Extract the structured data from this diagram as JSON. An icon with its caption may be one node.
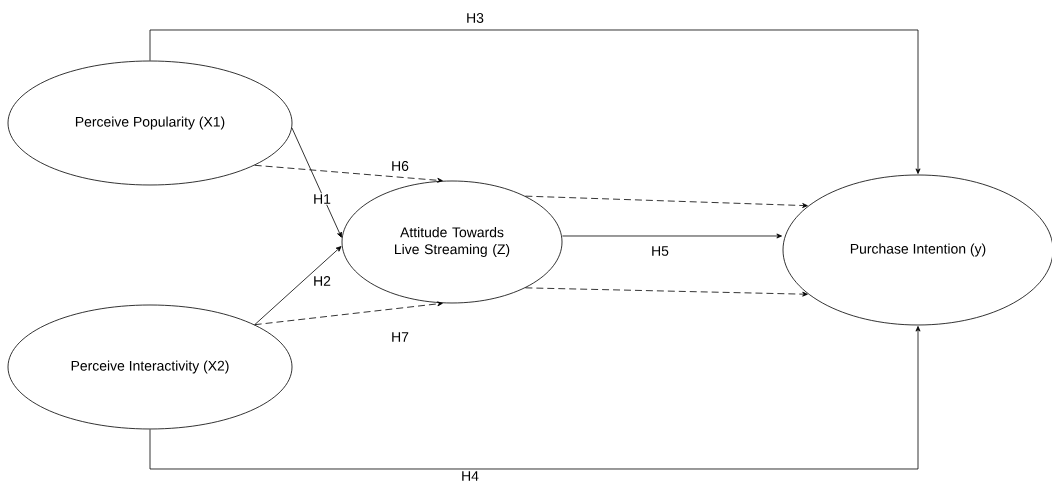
{
  "diagram": {
    "nodes": [
      {
        "text": [
          "Perceive Popularity (X1)"
        ]
      },
      {
        "text": [
          "Perceive Interactivity (X2)"
        ]
      },
      {
        "text": [
          "Attitude Towards Live Streaming (Z)"
        ]
      },
      {
        "text": [
          "Purchase Intention (y)"
        ]
      }
    ],
    "edges": [
      {
        "from": 0,
        "to": 3,
        "arrow": "to",
        "label": "H3"
      },
      {
        "from": 0,
        "to": 2,
        "arrow": "to",
        "label": "H1"
      },
      {
        "from": 0,
        "to": 2,
        "arrow": "to",
        "label": "H6",
        "style": "dashed"
      },
      {
        "from": 1,
        "to": 2,
        "arrow": "to",
        "label": "H2"
      },
      {
        "from": 1,
        "to": 2,
        "arrow": "to",
        "label": "H7",
        "style": "dashed"
      },
      {
        "from": 2,
        "to": 3,
        "arrow": "to",
        "style": "dashed"
      },
      {
        "from": 2,
        "to": 3,
        "arrow": "to",
        "label": "H5"
      },
      {
        "from": 2,
        "to": 3,
        "arrow": "to",
        "style": "dashed"
      },
      {
        "from": 1,
        "to": 3,
        "arrow": "to",
        "label": "H4"
      }
    ]
  }
}
